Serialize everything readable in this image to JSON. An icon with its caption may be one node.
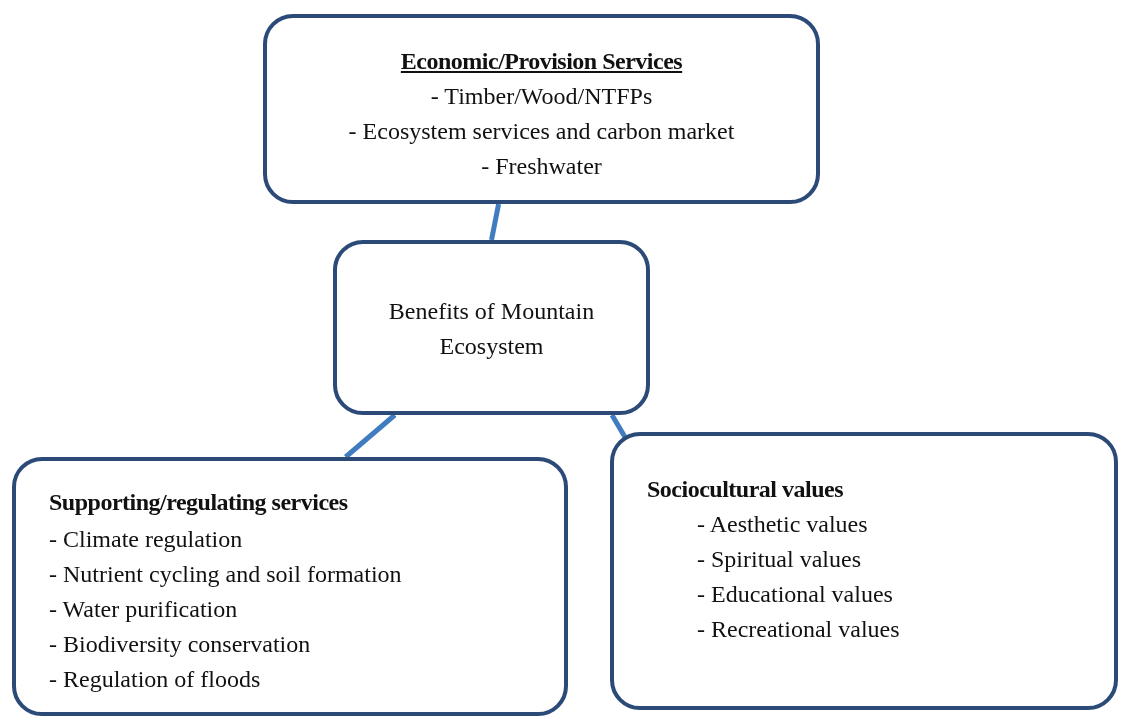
{
  "diagram": {
    "nodes": [
      {
        "text": [
          "Economic/Provision Services",
          "- Timber/Wood/NTFPs",
          "- Ecosystem services and carbon market",
          "- Freshwater"
        ]
      },
      {
        "text": [
          "Benefits of Mountain Ecosystem"
        ]
      },
      {
        "text": [
          "Supporting/regulating services",
          "- Climate regulation",
          "- Nutrient cycling and soil formation",
          "- Water purification",
          "- Biodiversity conservation",
          "- Regulation of floods"
        ]
      },
      {
        "text": [
          "Sociocultural values",
          "- Aesthetic values",
          "- Spiritual values",
          "- Educational values",
          "- Recreational values"
        ]
      }
    ],
    "edges": [
      {
        "from": 0,
        "to": 1,
        "arrow": "none"
      },
      {
        "from": 1,
        "to": 2,
        "arrow": "none"
      },
      {
        "from": 1,
        "to": 3,
        "arrow": "none"
      }
    ]
  }
}
